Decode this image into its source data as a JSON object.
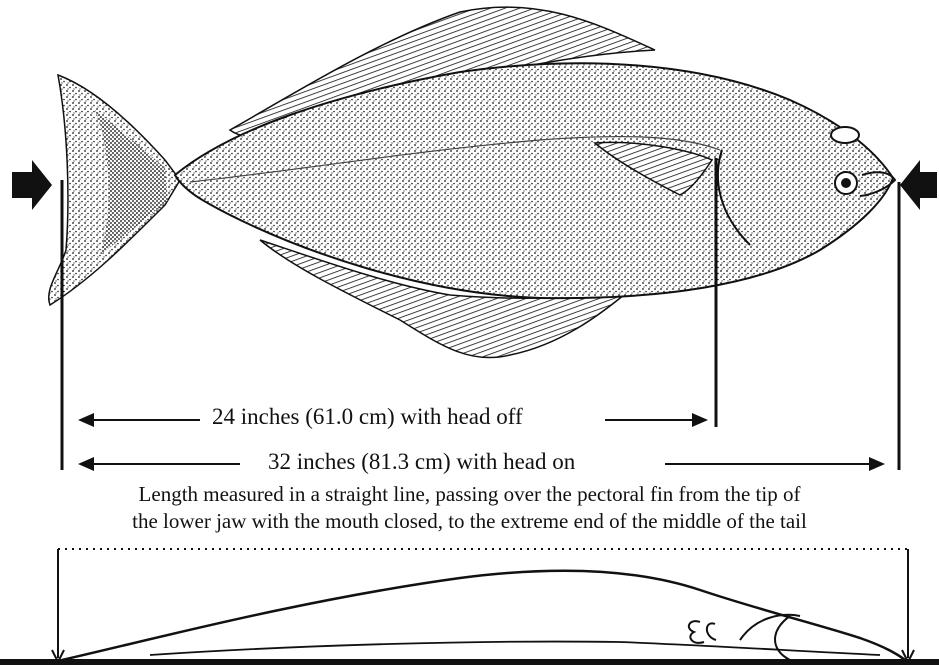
{
  "measurements": {
    "head_off": "24 inches (61.0 cm) with head off",
    "head_on": "32 inches (81.3 cm) with head on"
  },
  "caption": {
    "line1": "Length measured in a straight line, passing over the pectoral fin from the tip of",
    "line2": "the lower jaw with the mouth closed, to the extreme end of the middle of the tail"
  },
  "colors": {
    "ink": "#111111",
    "background": "#ffffff"
  }
}
